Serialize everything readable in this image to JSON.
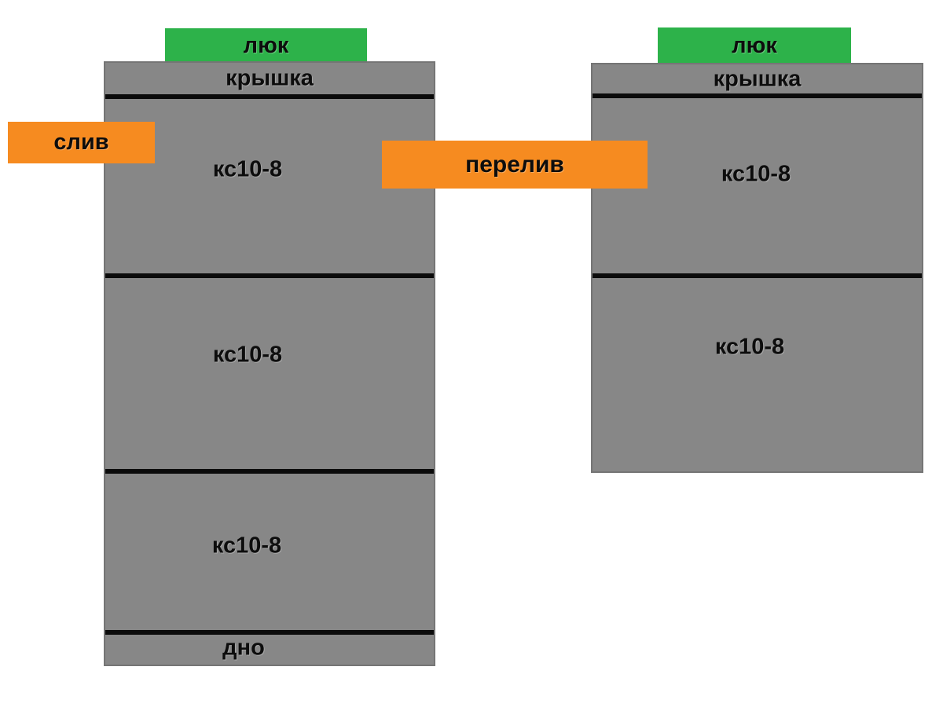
{
  "colors": {
    "background": "#ffffff",
    "tank_gray": "#878787",
    "tank_border": "#757575",
    "hatch_green": "#2db24a",
    "pipe_orange": "#f68b20",
    "divider_black": "#0b0b0b",
    "text": "#0d0d0d"
  },
  "left_tank": {
    "hatch_label": "люк",
    "cover_label": "крышка",
    "rings": [
      "кс10-8",
      "кс10-8",
      "кс10-8"
    ],
    "bottom_label": "дно"
  },
  "right_tank": {
    "hatch_label": "люк",
    "cover_label": "крышка",
    "rings": [
      "кс10-8",
      "кс10-8"
    ]
  },
  "connections": {
    "drain_label": "слив",
    "overflow_label": "перелив"
  }
}
